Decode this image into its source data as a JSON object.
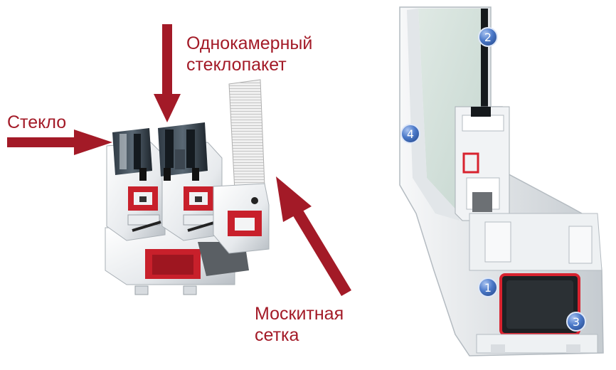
{
  "left_callouts": {
    "glass": "Стекло",
    "double_glazing": [
      "Однокамерный",
      "стеклопакет"
    ],
    "mosquito_net": [
      "Москитная",
      "сетка"
    ]
  },
  "badges": [
    "1",
    "2",
    "3",
    "4"
  ],
  "colors": {
    "arrow": "#a31a27",
    "seal": "#d8232f",
    "badge": "#4b79c9",
    "profile": "#eef1f3"
  }
}
